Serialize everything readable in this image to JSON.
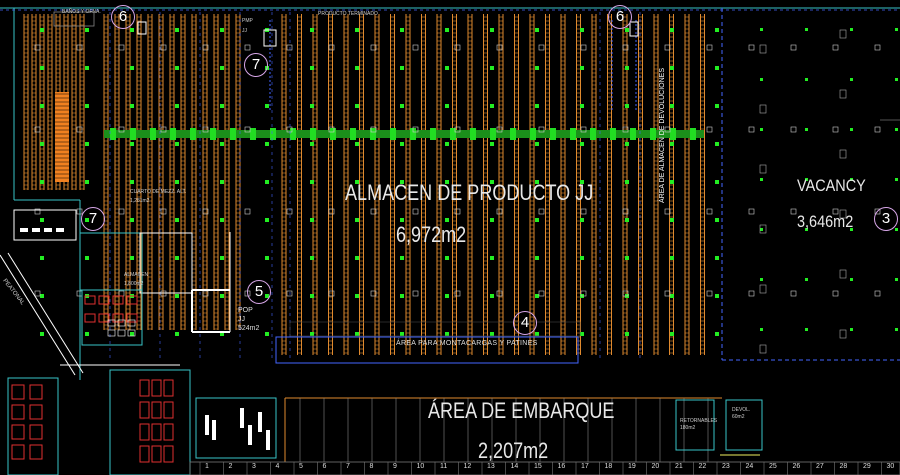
{
  "zones": {
    "main_title": "ALMACEN  DE PRODUCTO JJ",
    "main_area": "6,972m2",
    "vacancy_title": "VACANCY",
    "vacancy_area": "3,646m2",
    "shipping_title": "ÁREA DE EMBARQUE",
    "shipping_area": "2,207m2",
    "forklift_aisle": "ÁREA PARA MONTACARGAS Y PATINES",
    "pop_label": "POP",
    "pop_sub": "JJ",
    "pop_area": "524m2",
    "returns_label": "ÁREA DE ALMACEN DE DEVOLUCIONES",
    "pedestrian_path": "PEATONAL",
    "mezz_label": "CUARTO DE MEZZ. ALT.",
    "mezz_area": "1,281m2",
    "office_label": "ALMACEN",
    "office_area": "1,800m2",
    "pmp_label": "PMP",
    "pmp_sub": "JJ",
    "small_block_1": "RETORNABLES",
    "small_block_1_area": "180m2",
    "small_block_2": "DEVOL.",
    "small_block_2_area": "60m2",
    "rack_header": "PRODUCTO TERMINADO",
    "top_left_tag": "BAÑOS Y OFNA."
  },
  "markers": [
    "6",
    "6",
    "7",
    "7",
    "5",
    "4",
    "3"
  ],
  "dock_numbers": [
    "1",
    "2",
    "3",
    "4",
    "5",
    "6",
    "7",
    "8",
    "9",
    "10",
    "11",
    "12",
    "13",
    "14",
    "15",
    "16",
    "17",
    "18",
    "19",
    "20",
    "21",
    "22",
    "23",
    "24",
    "25",
    "26",
    "27",
    "28",
    "29",
    "30"
  ],
  "colors": {
    "background": "#000000",
    "rack": "#e08a2e",
    "wall": "#39c5c8",
    "dash": "#4466ff",
    "column": "#22ee22",
    "text": "#e8e8e8",
    "marker_ring": "#d7a6e8",
    "equipment": "#e03030",
    "boundary": "#ffffff"
  }
}
